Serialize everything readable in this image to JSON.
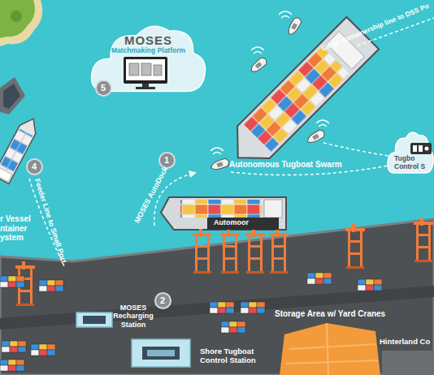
{
  "diagram": {
    "nodes": [
      {
        "text": [
          "MOSES",
          "Matchmaking Platform"
        ]
      },
      {
        "text": [
          "Tugbo Control S"
        ]
      },
      {
        "text": [
          "Automoor"
        ]
      }
    ],
    "labels": [
      "5",
      "Large containership line to DSS Po",
      "Autonomous Tugboat Swarm",
      "1",
      "MOSES AutoDock",
      "4",
      "Feeder Line to Small Port",
      "r Vessel ntainer ystem",
      "2",
      "MOSES Recharging Station",
      "Storage Area w/ Yard Cranes",
      "Shore Tugboat Control Station",
      "Hinterland Co"
    ]
  }
}
